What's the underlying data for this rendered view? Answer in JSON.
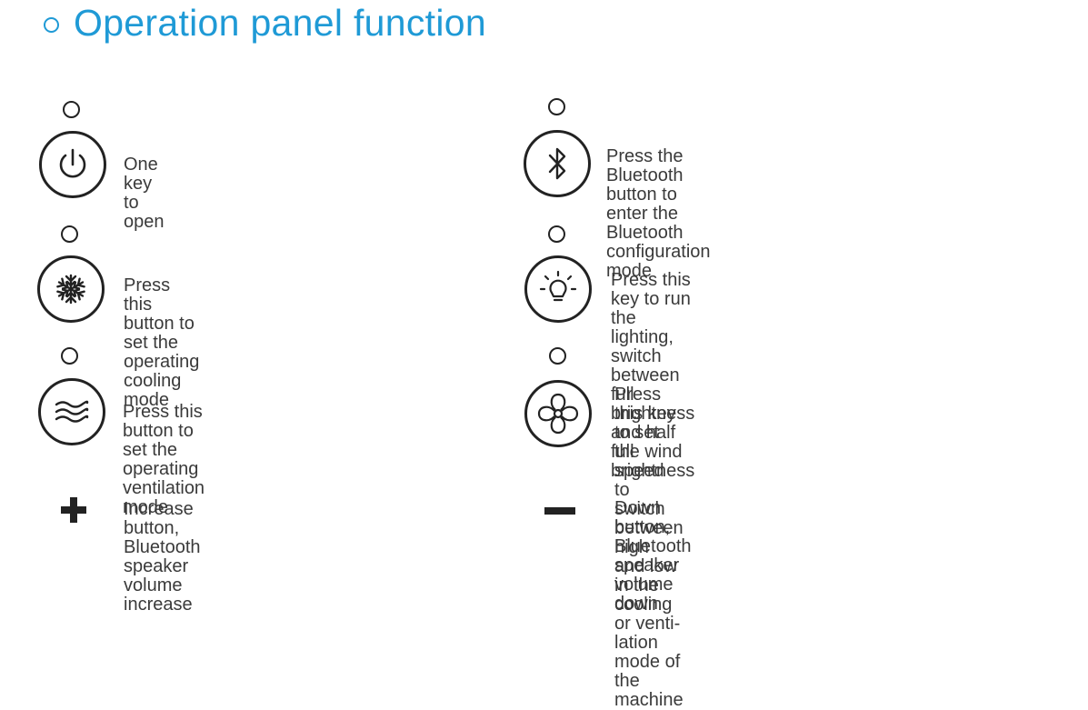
{
  "title": "Operation panel function",
  "items": [
    {
      "icon": "power-icon",
      "description": "One key to open"
    },
    {
      "icon": "bluetooth-icon",
      "description": "Press the Bluetooth button to enter the\nBluetooth configuration mode"
    },
    {
      "icon": "snowflake-icon",
      "description": "Press this button to set the operating\ncooling mode"
    },
    {
      "icon": "light-bulb-icon",
      "description": "Press this key to run the lighting, switch\nbetween full brightness and half full brightness"
    },
    {
      "icon": "wind-waves-icon",
      "description": "Press this button to set the operating\nventilation mode"
    },
    {
      "icon": "fan-icon",
      "description": "Press this key to set the wind speed to switch\nbetween high and low in the cooling or venti-\nlation mode of the machine"
    },
    {
      "icon": "plus-icon",
      "description": "Increase button, Bluetooth speaker\nvolume increase"
    },
    {
      "icon": "minus-icon",
      "description": "Down button, Bluetooth speaker volume down"
    }
  ],
  "colors": {
    "accent": "#1f9ad6",
    "icon": "#222222",
    "text": "#3a3a3a"
  }
}
